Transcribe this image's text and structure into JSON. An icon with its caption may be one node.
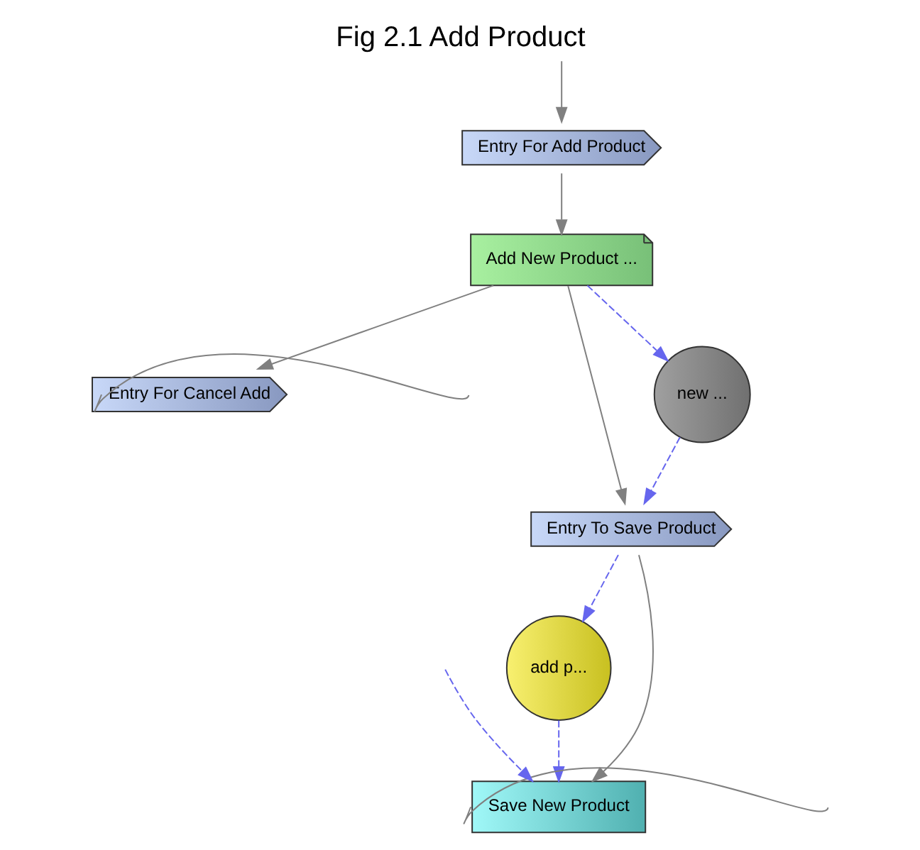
{
  "diagram": {
    "title": "Fig 2.1 Add Product",
    "nodes": [
      {
        "text": [
          "Entry For Add Product"
        ]
      },
      {
        "text": [
          "Add New Product ..."
        ]
      },
      {
        "text": [
          "Entry For Cancel Add"
        ]
      },
      {
        "text": [
          "Entry To Save Product"
        ]
      },
      {
        "text": [
          "new ..."
        ]
      },
      {
        "text": [
          "add p..."
        ]
      },
      {
        "text": [
          "Save New Product"
        ]
      }
    ],
    "edges": [
      {
        "from": null,
        "to": 0,
        "arrow": "to"
      },
      {
        "from": 0,
        "to": 1,
        "arrow": "to"
      },
      {
        "from": 1,
        "to": 2,
        "arrow": "to"
      },
      {
        "from": 1,
        "to": 3,
        "arrow": "to"
      },
      {
        "from": 1,
        "to": 4,
        "arrow": "to",
        "style": "dashed",
        "color": "#6666ee"
      },
      {
        "from": 4,
        "to": 3,
        "arrow": "to",
        "style": "dashed",
        "color": "#6666ee"
      },
      {
        "from": 3,
        "to": 6,
        "arrow": "to"
      },
      {
        "from": 3,
        "to": 5,
        "arrow": "to",
        "style": "dashed",
        "color": "#6666ee"
      },
      {
        "from": 5,
        "to": 6,
        "arrow": "to",
        "style": "dashed",
        "color": "#6666ee"
      },
      {
        "from": 2,
        "to": null,
        "arrow": "none"
      },
      {
        "from": 6,
        "to": null,
        "arrow": "none"
      },
      {
        "from": null,
        "to": 6,
        "arrow": "to",
        "style": "dashed",
        "color": "#6666ee"
      }
    ]
  }
}
